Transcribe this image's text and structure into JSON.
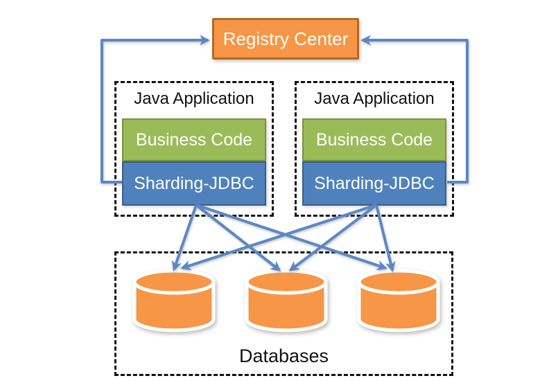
{
  "colors": {
    "canvas_bg": "#FFFFFF",
    "orange_fill": "#F79646",
    "orange_border": "#B4691E",
    "green_fill": "#9BBB59",
    "green_border": "#77933C",
    "blue_fill": "#4F81BD",
    "blue_border": "#385D8A",
    "arrow_blue": "#5B87C5",
    "dashed_border": "#111111",
    "label_text": "#111111",
    "box_text": "#FFFFFF"
  },
  "registry": {
    "label": "Registry Center"
  },
  "applications": [
    {
      "title": "Java Application",
      "business_label": "Business Code",
      "jdbc_label": "Sharding-JDBC"
    },
    {
      "title": "Java Application",
      "business_label": "Business Code",
      "jdbc_label": "Sharding-JDBC"
    }
  ],
  "databases": {
    "label": "Databases",
    "cylinder_count": 3
  },
  "connections": [
    {
      "from": "sharding-jdbc-1",
      "to": "registry-center"
    },
    {
      "from": "sharding-jdbc-2",
      "to": "registry-center"
    },
    {
      "from": "sharding-jdbc-1",
      "to": "database-1"
    },
    {
      "from": "sharding-jdbc-1",
      "to": "database-2"
    },
    {
      "from": "sharding-jdbc-1",
      "to": "database-3"
    },
    {
      "from": "sharding-jdbc-2",
      "to": "database-1"
    },
    {
      "from": "sharding-jdbc-2",
      "to": "database-2"
    },
    {
      "from": "sharding-jdbc-2",
      "to": "database-3"
    }
  ]
}
